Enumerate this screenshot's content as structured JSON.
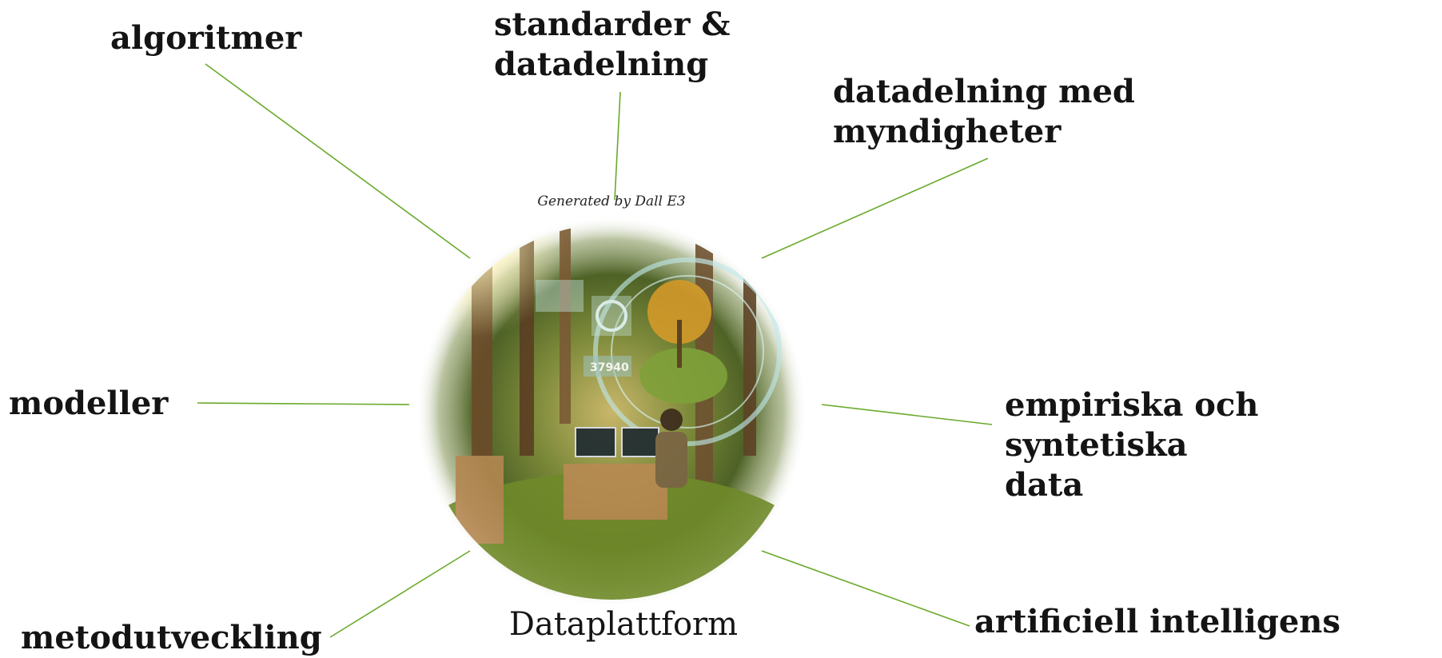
{
  "center": {
    "title": "Dataplattform",
    "image_caption": "Generated by Dall E3",
    "image_screen_number": "37940"
  },
  "nodes": [
    {
      "id": "algoritmer",
      "label": "algoritmer"
    },
    {
      "id": "standarder",
      "label": "standarder &\ndatadelning"
    },
    {
      "id": "myndigheter",
      "label": "datadelning med\nmyndigheter"
    },
    {
      "id": "modeller",
      "label": "modeller"
    },
    {
      "id": "empiriska",
      "label": "empiriska och syntetiska\ndata"
    },
    {
      "id": "metodutveckling",
      "label": "metodutveckling"
    },
    {
      "id": "ai",
      "label": "artificiell intelligens"
    }
  ],
  "colors": {
    "connector": "#6aaa2a",
    "text": "#141414"
  }
}
